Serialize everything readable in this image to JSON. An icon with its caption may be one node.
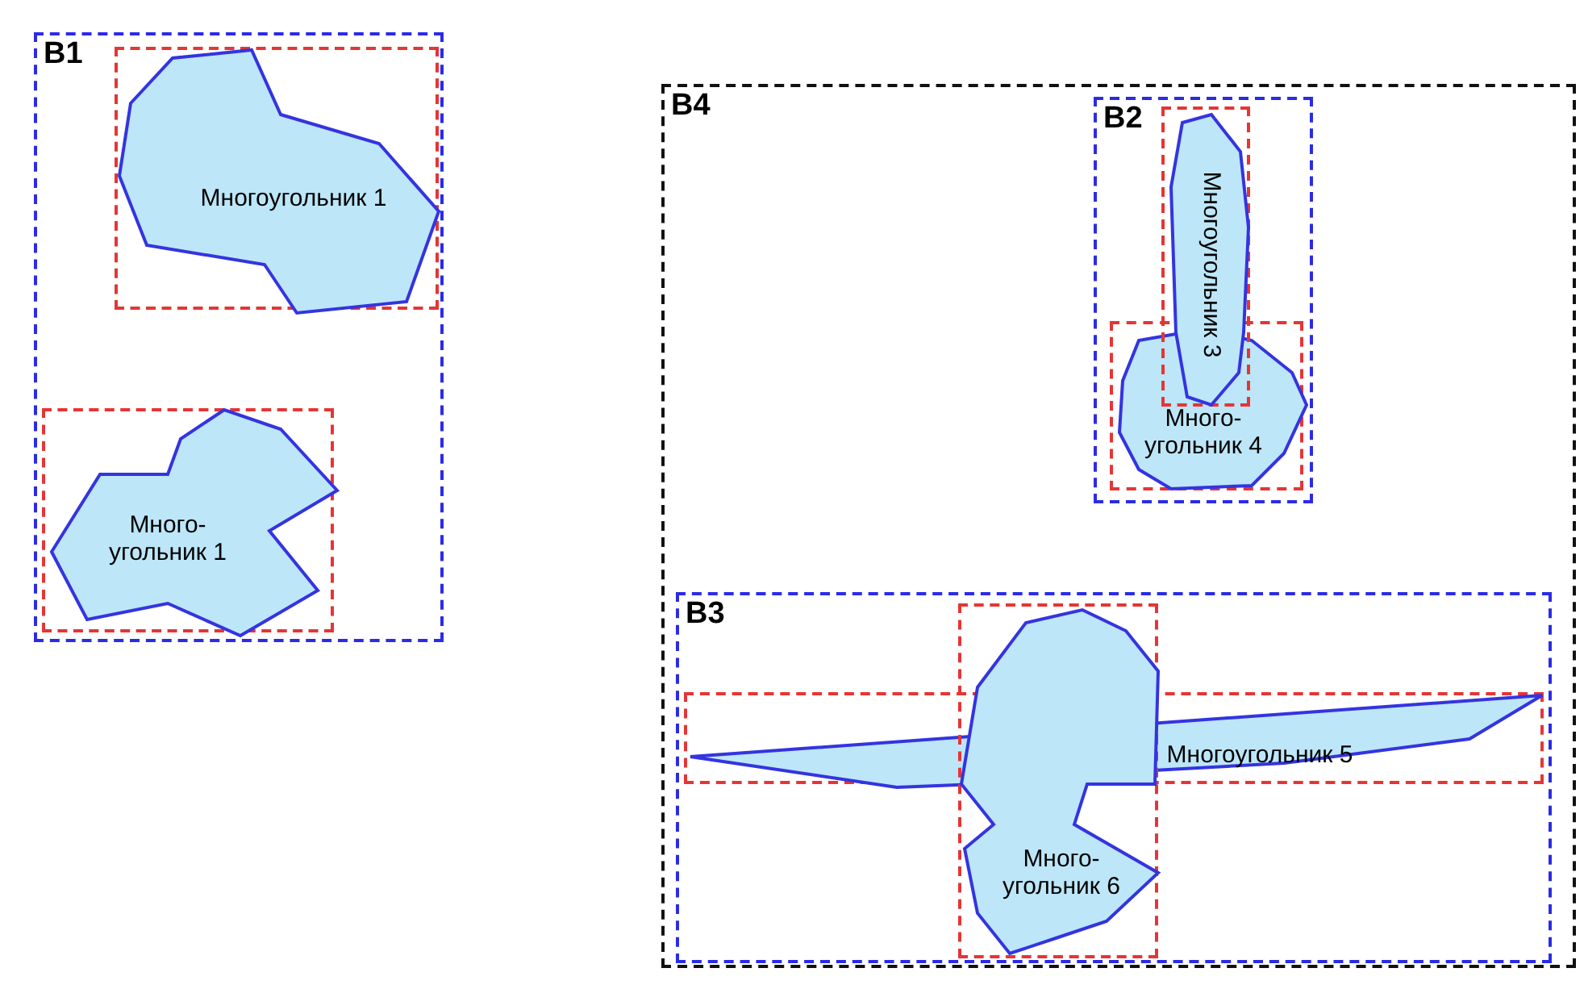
{
  "diagram": {
    "nodes": [
      {
        "text": [
          "B1"
        ]
      },
      {
        "text": [],
        "shape": "box",
        "in": 0
      },
      {
        "text": [
          "Многоугольник 1"
        ],
        "in": 1
      },
      {
        "text": [],
        "shape": "box",
        "in": 0
      },
      {
        "text": [
          "Много- угольник 1"
        ],
        "in": 3
      },
      {
        "text": [
          "B4"
        ]
      },
      {
        "text": [
          "B2"
        ],
        "in": 5
      },
      {
        "text": [],
        "shape": "box",
        "in": 6
      },
      {
        "text": [
          "Многоугольник 3"
        ],
        "in": 7
      },
      {
        "text": [],
        "shape": "box",
        "in": 6
      },
      {
        "text": [
          "Много- угольник 4"
        ],
        "in": 9
      },
      {
        "text": [
          "B3"
        ],
        "in": 5
      },
      {
        "text": [],
        "shape": "box",
        "in": 11
      },
      {
        "text": [
          "Многоугольник 5"
        ],
        "in": 12
      },
      {
        "text": [],
        "shape": "box",
        "in": 11
      },
      {
        "text": [
          "Много- угольник 6"
        ],
        "in": 14
      }
    ]
  }
}
